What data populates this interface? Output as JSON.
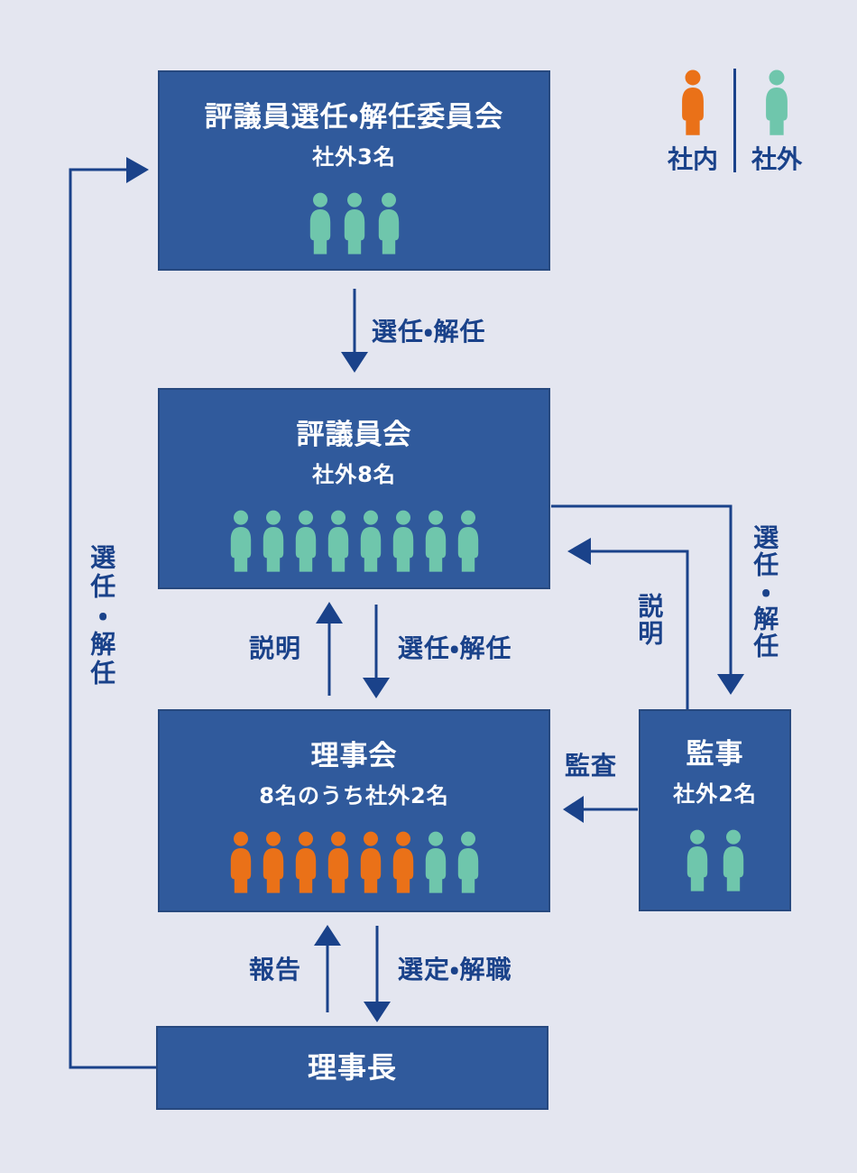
{
  "colors": {
    "background": "#e4e6f0",
    "box": "#305a9c",
    "box_border": "#27497f",
    "accent": "#1a428a",
    "internal": "#ea7118",
    "external": "#6fc6ac",
    "box_text": "#ffffff"
  },
  "legend": {
    "internal_label": "社内",
    "external_label": "社外"
  },
  "boxes": {
    "committee": {
      "title": "評議員選任・解任委員会",
      "subtitle": "社外3名",
      "members": [
        "external",
        "external",
        "external"
      ]
    },
    "council": {
      "title": "評議員会",
      "subtitle": "社外8名",
      "members": [
        "external",
        "external",
        "external",
        "external",
        "external",
        "external",
        "external",
        "external"
      ]
    },
    "board": {
      "title": "理事会",
      "subtitle": "8名のうち社外2名",
      "members": [
        "internal",
        "internal",
        "internal",
        "internal",
        "internal",
        "internal",
        "external",
        "external"
      ]
    },
    "auditor": {
      "title": "監事",
      "subtitle": "社外2名",
      "members": [
        "external",
        "external"
      ]
    },
    "chairman": {
      "title": "理事長"
    }
  },
  "labels": {
    "appoint_dismiss_top": "選任・解任",
    "explain_mid": "説明",
    "appoint_dismiss_mid": "選任・解任",
    "report": "報告",
    "select_dismiss": "選定・解職",
    "audit": "監査",
    "appoint_dismiss_right": "選任・解任",
    "explain_right": "説明",
    "appoint_dismiss_left": "選任・解任"
  }
}
